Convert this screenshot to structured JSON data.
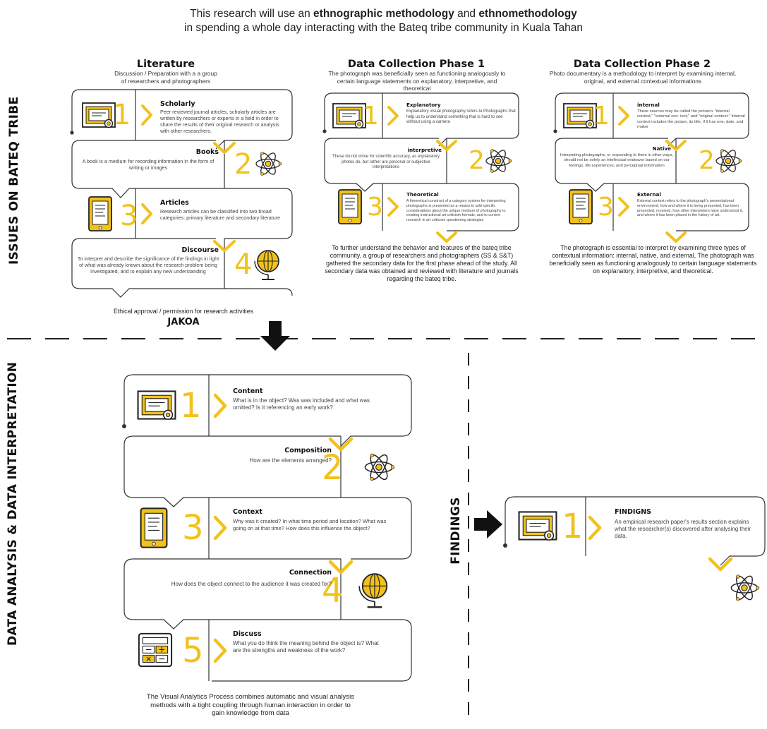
{
  "header": {
    "line1_pre": "This research will use an ",
    "line1_bold1": "ethnographic methodology",
    "line1_mid": " and ",
    "line1_bold2": "ethnomethodology",
    "line2": "in spending a whole day interacting with the Bateq tribe community in Kuala Tahan"
  },
  "side_titles": {
    "issues": "ISSUES ON BATEQ TRIBE",
    "analysis": "DATA ANALYSIS & DATA INTERPRETATION",
    "findings": "FINDINGS"
  },
  "literature": {
    "title": "Literature",
    "subtitle": "Discussion / Preparation with a a group of researchers and photographers",
    "steps": [
      {
        "num": "1",
        "label": "Scholarly",
        "text": "Peer reviewed journal articles, scholarly articles are written by researchers or experts in a field in order to share the results of their original research or analysis with other researchers."
      },
      {
        "num": "2",
        "label": "Books",
        "text": "A book is a medium for recording information in the form of writing or images"
      },
      {
        "num": "3",
        "label": "Articles",
        "text": "Research articles can be classified into two broad categories: primary literature and secondary literature"
      },
      {
        "num": "4",
        "label": "Discourse",
        "text": "To interpret and describe the significance of the findings in light of what was already known about the research problem being investigated, and to explain any new understanding"
      }
    ],
    "ethics": "Ethical approval / permission for research activities",
    "jakoa": "JAKOA"
  },
  "phase1": {
    "title": "Data Collection Phase 1",
    "subtitle": "The photograph was beneficially seen as functioning analogously to certain language statements on explanatory, interpretive, and theoretical",
    "steps": [
      {
        "num": "1",
        "label": "Explanatory",
        "text": "Explanatory visual photography refers to Photographs that help us to understand something that is hard to see without using a camera"
      },
      {
        "num": "2",
        "label": "interpretive",
        "text": "These do not strive for scientific accuracy, as explanatory photos do, but rather are personal or subjective interpretations"
      },
      {
        "num": "3",
        "label": "Theoretical",
        "text": "A theoretical construct of a category system for interpreting photographs is presented as a means to add specific considerations about the unique medium of photography to existing instructional art criticism formats, and to current research in art criticism questioning strategies"
      }
    ],
    "footer": "To further understand the behavior and features of the bateq tribe community, a group of researchers and photographers (SS & S&T) gathered the secondary data for the first phase ahead of the study. All secondary data was obtained and reviewed with literature and journals regarding the bateq tribe."
  },
  "phase2": {
    "title": "Data Collection Phase 2",
    "subtitle": "Photo documentary is a methodology to interpret by examining internal, original, and external contextual informations",
    "steps": [
      {
        "num": "1",
        "label": "internal",
        "text": "These sources may be called the picture's \"internal context,\" \"external con- text,\" and \"original context.\" Internal context includes the picture, its title, if it has one, date, and maker"
      },
      {
        "num": "2",
        "label": "Native",
        "text": "Interpreting photographs, or responding to them in other ways, should not be solely an intellectual endeavor based on our feelings, life experiences, and perceptual information"
      },
      {
        "num": "3",
        "label": "External",
        "text": "External context refers to the photograph's presentational environment, how and where it is being presented, has been presented, received, how other interpreters have understood it, and where it has been placed in the history of art."
      }
    ],
    "footer": "The photograph is essential to interpret by examining three types of contextual information: internal, native, and external, The photograph was beneficially seen as functioning analogously to certain language statements on explanatory, interpretive, and theoretical."
  },
  "analysis": {
    "steps": [
      {
        "num": "1",
        "label": "Content",
        "text": "What is in the object? Was was included and what was omitted? Is it referencing an early work?"
      },
      {
        "num": "2",
        "label": "Composition",
        "text": "How are the elements arranged?"
      },
      {
        "num": "3",
        "label": "Context",
        "text": "Why was it created? In what time period and location? What was going on at that time? How does this influence the object?"
      },
      {
        "num": "4",
        "label": "Connection",
        "text": "How does the object connect to the audience it was created for?"
      },
      {
        "num": "5",
        "label": "Discuss",
        "text": "What you do think the meaning behind the object is? What are the strengths and weakness of the work?"
      }
    ],
    "footer": "The Visual Analytics Process combines automatic and visual analysis methods with a tight coupling through human interaction in order to gain knowledge from data"
  },
  "findings": {
    "num": "1",
    "label": "FINDIGNS",
    "text": "An empirical research paper's results section explains what the researcher(s) discovered after analysing their data."
  },
  "colors": {
    "accent": "#f2c21b",
    "ink": "#222222",
    "line": "#333333"
  }
}
